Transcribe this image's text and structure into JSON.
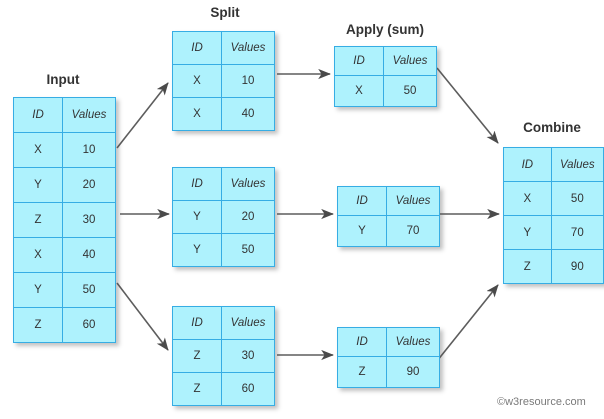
{
  "diagram": {
    "title_input": "Input",
    "title_split": "Split",
    "title_apply": "Apply (sum)",
    "title_combine": "Combine",
    "columns": {
      "id": "ID",
      "values": "Values"
    },
    "colors": {
      "cell_fill": "#AEF2FD",
      "cell_border": "#36ADE4",
      "arrow": "#5d5d5d",
      "text": "#333333"
    },
    "input_table": {
      "headers": [
        "ID",
        "Values"
      ],
      "rows": [
        [
          "X",
          "10"
        ],
        [
          "Y",
          "20"
        ],
        [
          "Z",
          "30"
        ],
        [
          "X",
          "40"
        ],
        [
          "Y",
          "50"
        ],
        [
          "Z",
          "60"
        ]
      ]
    },
    "split_tables": [
      {
        "headers": [
          "ID",
          "Values"
        ],
        "rows": [
          [
            "X",
            "10"
          ],
          [
            "X",
            "40"
          ]
        ]
      },
      {
        "headers": [
          "ID",
          "Values"
        ],
        "rows": [
          [
            "Y",
            "20"
          ],
          [
            "Y",
            "50"
          ]
        ]
      },
      {
        "headers": [
          "ID",
          "Values"
        ],
        "rows": [
          [
            "Z",
            "30"
          ],
          [
            "Z",
            "60"
          ]
        ]
      }
    ],
    "apply_tables": [
      {
        "headers": [
          "ID",
          "Values"
        ],
        "rows": [
          [
            "X",
            "50"
          ]
        ]
      },
      {
        "headers": [
          "ID",
          "Values"
        ],
        "rows": [
          [
            "Y",
            "70"
          ]
        ]
      },
      {
        "headers": [
          "ID",
          "Values"
        ],
        "rows": [
          [
            "Z",
            "90"
          ]
        ]
      }
    ],
    "combine_table": {
      "headers": [
        "ID",
        "Values"
      ],
      "rows": [
        [
          "X",
          "50"
        ],
        [
          "Y",
          "70"
        ],
        [
          "Z",
          "90"
        ]
      ]
    },
    "watermark": "©w3resource.com"
  }
}
